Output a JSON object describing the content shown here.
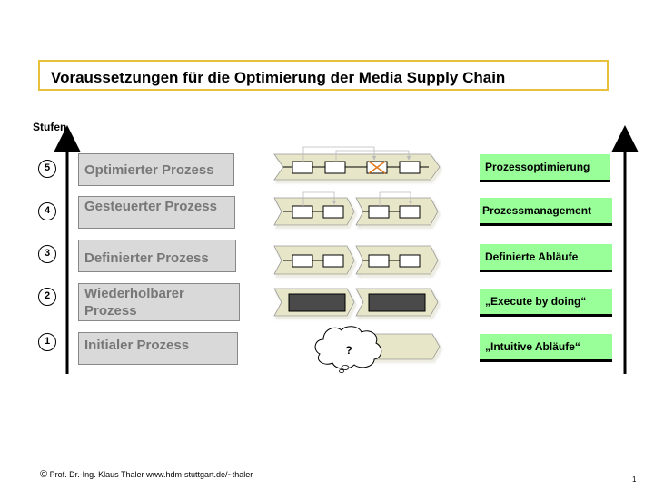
{
  "title": "Voraussetzungen für die Optimierung der Media Supply Chain",
  "axis_label": "Stufen",
  "levels": [
    {
      "number": "5",
      "left_label": "Optimierter Prozess",
      "right_label": "Prozessoptimierung"
    },
    {
      "number": "4",
      "left_label": "Gesteuerter Prozess",
      "right_label": "Prozessmanagement"
    },
    {
      "number": "3",
      "left_label": "Definierter Prozess",
      "right_label": "Definierte Abläufe"
    },
    {
      "number": "2",
      "left_label_line1": "Wiederholbarer",
      "left_label_line2": "Prozess",
      "right_label": "„Execute by doing“"
    },
    {
      "number": "1",
      "left_label": "Initialer Prozess",
      "right_label": "„Intuitive Abläufe“"
    }
  ],
  "cloud_text": "?",
  "footer": {
    "copyright_symbol": "©",
    "text": "Prof. Dr.-Ing. Klaus Thaler  www.hdm-stuttgart.de/~thaler"
  },
  "page_number": "1",
  "colors": {
    "title_border": "#e8c13c",
    "left_box_fill": "#d9d9d9",
    "right_label_fill": "#99ff99",
    "chevron_fill": "#e8e6c8",
    "dark_block": "#4a4a4a",
    "cross_mark": "#e07a1f"
  }
}
